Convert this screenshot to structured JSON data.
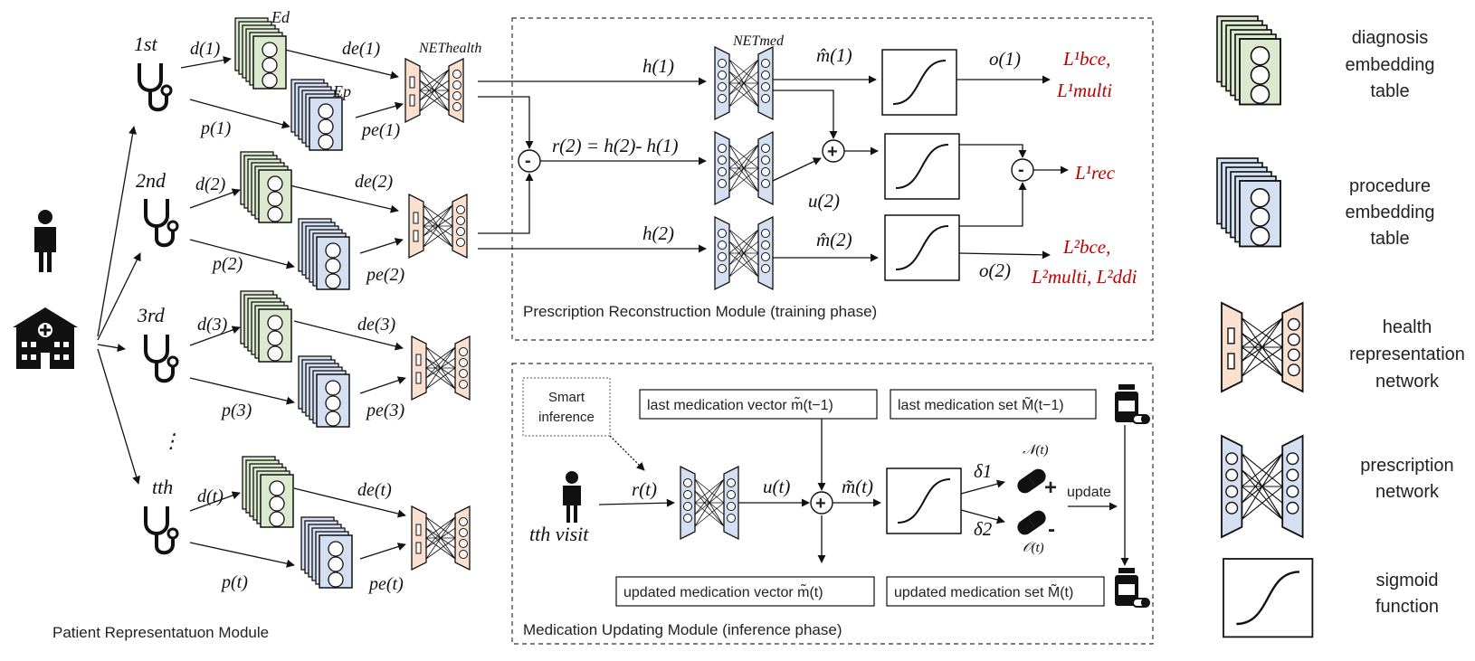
{
  "modules": {
    "patient": "Patient Representatuon Module",
    "reconstruction": "Prescription Reconstruction Module (training phase)",
    "updating": "Medication Updating Module (inference phase)"
  },
  "visits": {
    "v1": "1st",
    "v2": "2nd",
    "v3": "3rd",
    "dots": "⋮",
    "vt": "tth"
  },
  "inputs": {
    "d1": "d(1)",
    "p1": "p(1)",
    "d2": "d(2)",
    "p2": "p(2)",
    "d3": "d(3)",
    "p3": "p(3)",
    "dt": "d(t)",
    "pt": "p(t)"
  },
  "embeds": {
    "de1": "de(1)",
    "pe1": "pe(1)",
    "de2": "de(2)",
    "pe2": "pe(2)",
    "de3": "de(3)",
    "pe3": "pe(3)",
    "det": "de(t)",
    "pet": "pe(t)"
  },
  "tables": {
    "Ed": "Ed",
    "Ep": "Ep"
  },
  "nets": {
    "health": "NEThealth",
    "med": "NETmed"
  },
  "recon": {
    "h1": "h(1)",
    "h2": "h(2)",
    "r2": "r(2) = h(2)- h(1)",
    "m1": "m̂(1)",
    "m2": "m̂(2)",
    "u2": "u(2)",
    "o1": "o(1)",
    "o2": "o(2)",
    "minus": "-",
    "plus": "+"
  },
  "losses": {
    "l1a": "L¹bce,",
    "l1b": "L¹multi",
    "rec": "L¹rec",
    "l2a": "L²bce,",
    "l2b": "L²multi, L²ddi"
  },
  "update": {
    "smart1": "Smart",
    "smart2": "inference",
    "last_vec": "last medication vector  m̃(t−1)",
    "last_set": "last medication set M̃(t−1)",
    "rt": "r(t)",
    "ut": "u(t)",
    "mt": "m̃(t)",
    "d1": "δ1",
    "d2": "δ2",
    "N": "𝒩(t)",
    "O": "𝒪(t)",
    "upd": "update",
    "visit": "tth visit",
    "upd_vec": "updated medication vector  m̃(t)",
    "upd_set": "updated medication set M̃(t)"
  },
  "legend": {
    "diag": [
      "diagnosis",
      "embedding",
      "table"
    ],
    "proc": [
      "procedure",
      "embedding",
      "table"
    ],
    "health": [
      "health",
      "representation",
      "network"
    ],
    "presc": [
      "prescription",
      "network"
    ],
    "sig": [
      "sigmoid",
      "function"
    ]
  },
  "colors": {
    "green": "#dbe9cf",
    "blue": "#d4e0f1",
    "peach": "#f9e0cf",
    "red": "#c00000"
  }
}
